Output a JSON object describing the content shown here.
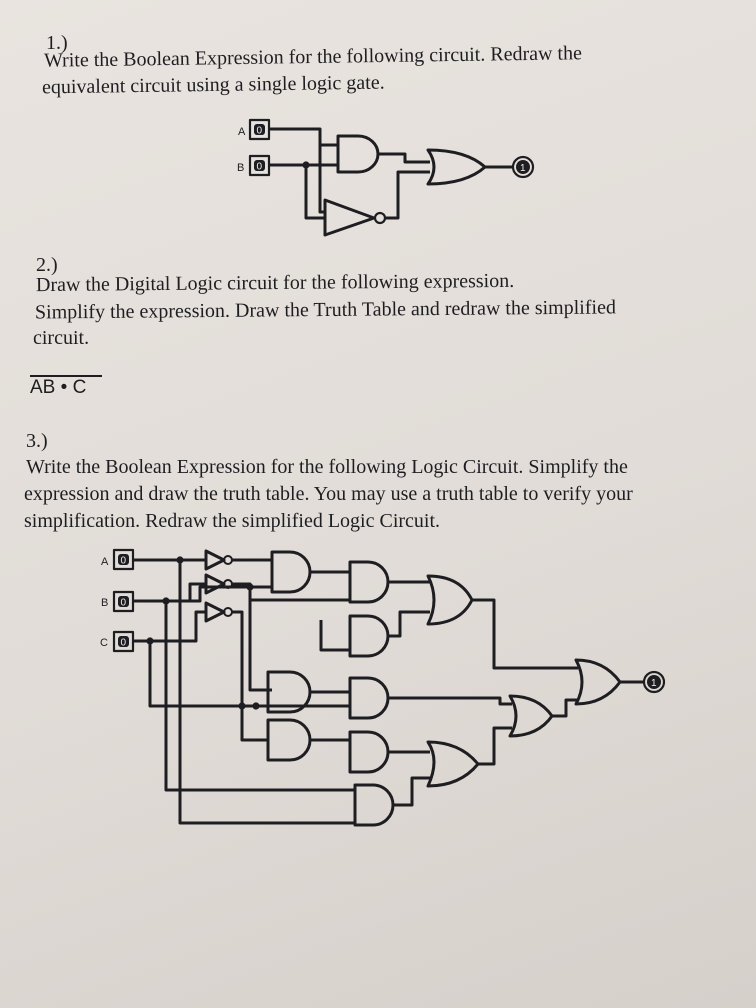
{
  "q1": {
    "number": "1.)",
    "line1": "Write the Boolean Expression for the following circuit.  Redraw the",
    "line2": "equivalent circuit using a single logic gate.",
    "input_a_label": "A",
    "input_b_label": "B",
    "input_a_value": "0",
    "input_b_value": "0",
    "output_value": "1"
  },
  "q2": {
    "number": "2.)",
    "line1": "Draw the Digital Logic circuit for the following expression.",
    "line2": "Simplify the expression.  Draw the Truth Table and redraw the simplified",
    "line3": "circuit.",
    "expression_ab": "AB",
    "expression_dot": "•",
    "expression_c": "C"
  },
  "q3": {
    "number": "3.)",
    "line1": "Write the Boolean Expression for the following Logic Circuit.  Simplify the",
    "line2": "expression and draw the truth table.  You may use a truth table to verify your",
    "line3": "simplification.  Redraw the simplified Logic Circuit.",
    "input_a_label": "A",
    "input_b_label": "B",
    "input_c_label": "C",
    "input_a_value": "0",
    "input_b_value": "0",
    "input_c_value": "0",
    "output_value": "1"
  }
}
